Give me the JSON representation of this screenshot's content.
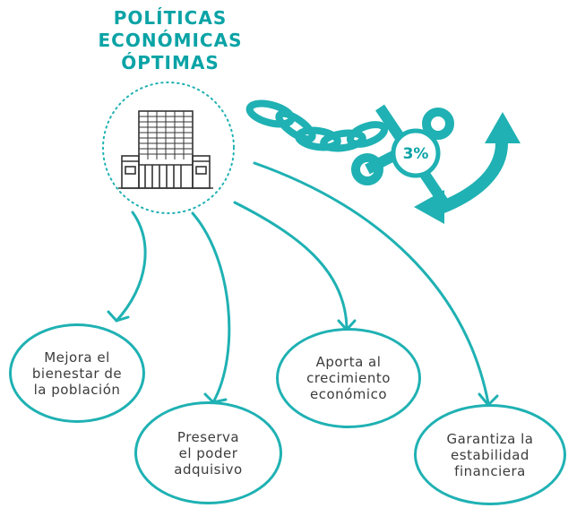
{
  "title": {
    "line1": "POLÍTICAS",
    "line2": "ECONÓMICAS",
    "line3": "ÓPTIMAS"
  },
  "anchor": {
    "rate_label": "3%"
  },
  "outcomes": [
    {
      "line1": "Mejora el",
      "line2": "bienestar de",
      "line3": "la población"
    },
    {
      "line1": "Preserva",
      "line2": "el poder",
      "line3": "adquisivo"
    },
    {
      "line1": "Aporta al",
      "line2": "crecimiento",
      "line3": "económico"
    },
    {
      "line1": "Garantiza la",
      "line2": "estabilidad",
      "line3": "financiera"
    }
  ],
  "colors": {
    "accent": "#0aa3a6",
    "arrow": "#1fb1b3",
    "text": "#3c3c3c",
    "building": "#333333"
  },
  "icons": [
    "central-bank-building-icon",
    "chain-icon",
    "anchor-icon"
  ]
}
